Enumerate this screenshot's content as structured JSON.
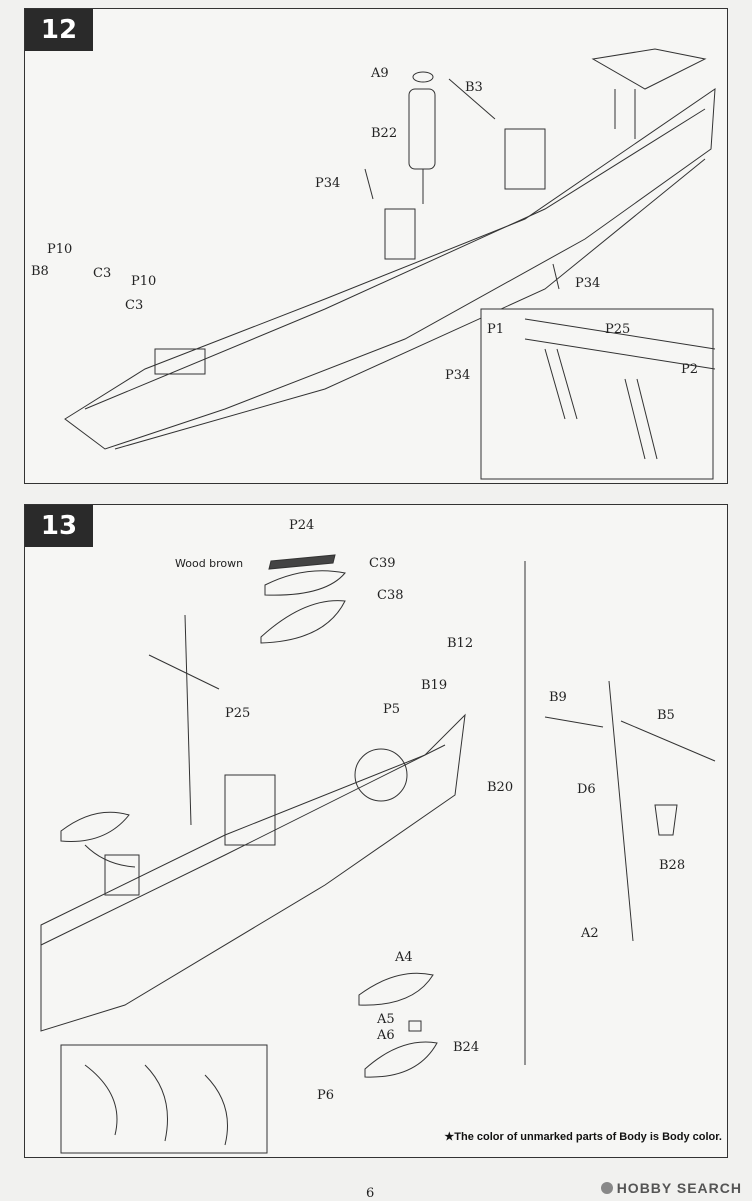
{
  "steps": {
    "step12": {
      "number": "12",
      "labels": {
        "a9": "A9",
        "b3": "B3",
        "b22": "B22",
        "p34_top": "P34",
        "p34_mid": "P34",
        "p10_a": "P10",
        "c3_a": "C3",
        "b8": "B8",
        "p10_b": "P10",
        "c3_b": "C3"
      },
      "detail": {
        "p1": "P1",
        "p25": "P25",
        "p34": "P34",
        "p2": "P2"
      }
    },
    "step13": {
      "number": "13",
      "labels": {
        "p24": "P24",
        "wood_brown": "Wood brown",
        "c39": "C39",
        "c38": "C38",
        "b12": "B12",
        "b19": "B19",
        "p5": "P5",
        "p25": "P25",
        "b20": "B20",
        "a4": "A4",
        "a5": "A5",
        "a6": "A6",
        "b24": "B24",
        "p6": "P6"
      },
      "mast": {
        "b9": "B9",
        "b5": "B5",
        "d6": "D6",
        "b28": "B28",
        "a2": "A2"
      }
    }
  },
  "footer": {
    "note": "★The color of unmarked parts of Body is Body color.",
    "page_number": "6",
    "watermark": "HOBBY SEARCH"
  }
}
